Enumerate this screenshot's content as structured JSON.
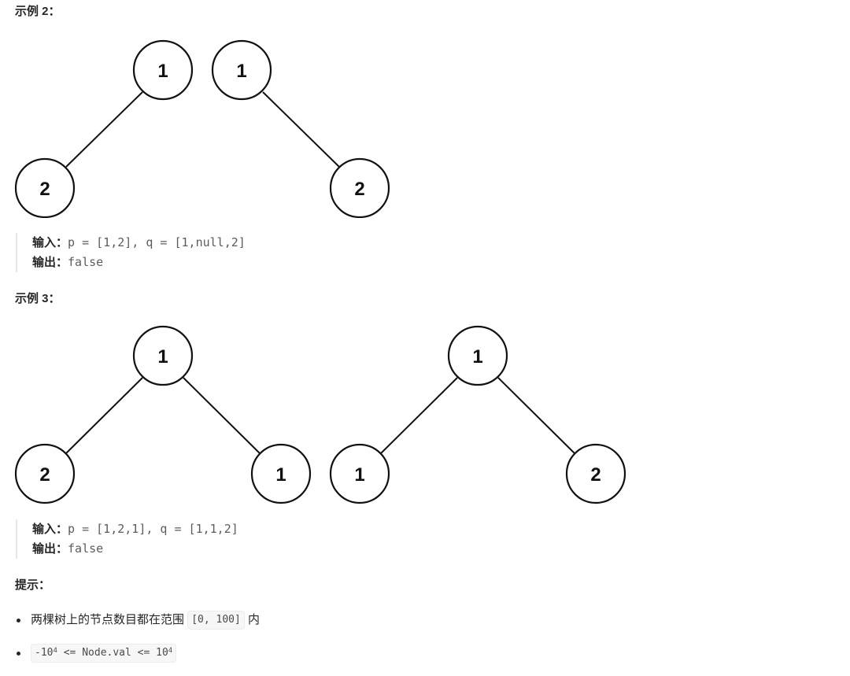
{
  "examples": [
    {
      "heading": "示例 2：",
      "input_label": "输入：",
      "input_value": "p = [1,2], q = [1,null,2]",
      "output_label": "输出：",
      "output_value": "false",
      "trees": [
        {
          "nodes": [
            {
              "id": "root",
              "value": "1"
            },
            {
              "id": "left",
              "value": "2"
            }
          ]
        },
        {
          "nodes": [
            {
              "id": "root",
              "value": "1"
            },
            {
              "id": "right",
              "value": "2"
            }
          ]
        }
      ]
    },
    {
      "heading": "示例 3：",
      "input_label": "输入：",
      "input_value": "p = [1,2,1], q = [1,1,2]",
      "output_label": "输出：",
      "output_value": "false",
      "trees": [
        {
          "nodes": [
            {
              "id": "root",
              "value": "1"
            },
            {
              "id": "left",
              "value": "2"
            },
            {
              "id": "right",
              "value": "1"
            }
          ]
        },
        {
          "nodes": [
            {
              "id": "root",
              "value": "1"
            },
            {
              "id": "left",
              "value": "1"
            },
            {
              "id": "right",
              "value": "2"
            }
          ]
        }
      ]
    }
  ],
  "hints": {
    "heading": "提示：",
    "items": [
      {
        "text_before": "两棵树上的节点数目都在范围",
        "code": "[0, 100]",
        "text_after": "内"
      },
      {
        "code_prefix": "-10",
        "code_exp1": "4",
        "code_mid": " <= Node.val <= 10",
        "code_exp2": "4"
      }
    ]
  },
  "colors": {
    "text": "#262626",
    "code_text": "#5c5c5c",
    "quote_border": "#e6e6e6",
    "chip_bg": "#f7f7f8"
  }
}
